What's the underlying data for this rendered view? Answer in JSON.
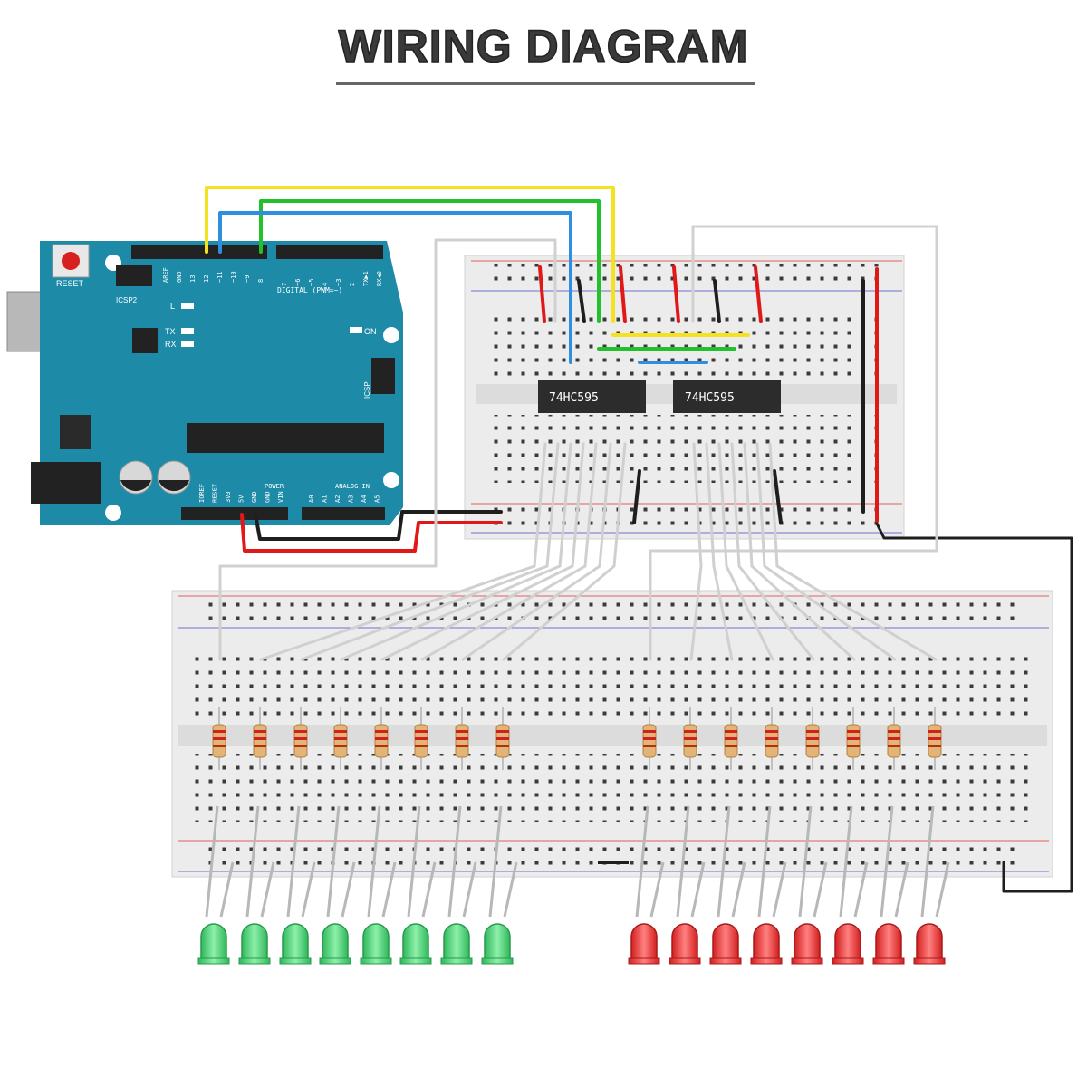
{
  "title": "WIRING DIAGRAM",
  "arduino": {
    "reset_label": "RESET",
    "icsp2_label": "ICSP2",
    "icsp_label": "ICSP",
    "digital_label": "DIGITAL (PWM=~)",
    "l_label": "L",
    "tx_label": "TX",
    "rx_label": "RX",
    "on_label": "ON",
    "power_label": "POWER",
    "analog_label": "ANALOG IN",
    "digital_pins_left": [
      "AREF",
      "GND",
      "13",
      "12",
      "~11",
      "~10",
      "~9",
      "8"
    ],
    "digital_pins_right": [
      "7",
      "~6",
      "~5",
      "4",
      "~3",
      "2",
      "TX▶1",
      "RX◀0"
    ],
    "power_pins": [
      "IOREF",
      "RESET",
      "3V3",
      "5V",
      "GND",
      "GND",
      "VIN"
    ],
    "analog_pins": [
      "A0",
      "A1",
      "A2",
      "A3",
      "A4",
      "A5"
    ]
  },
  "chips": [
    {
      "label": "74HC595"
    },
    {
      "label": "74HC595"
    }
  ],
  "colors": {
    "board": "#1d8aa8",
    "wire_yellow": "#f3e21d",
    "wire_green": "#22c02a",
    "wire_blue": "#2e8fe0",
    "wire_red": "#e01818",
    "wire_black": "#1e1e1e",
    "led_green": "#3fd170",
    "led_red": "#ef3030"
  }
}
